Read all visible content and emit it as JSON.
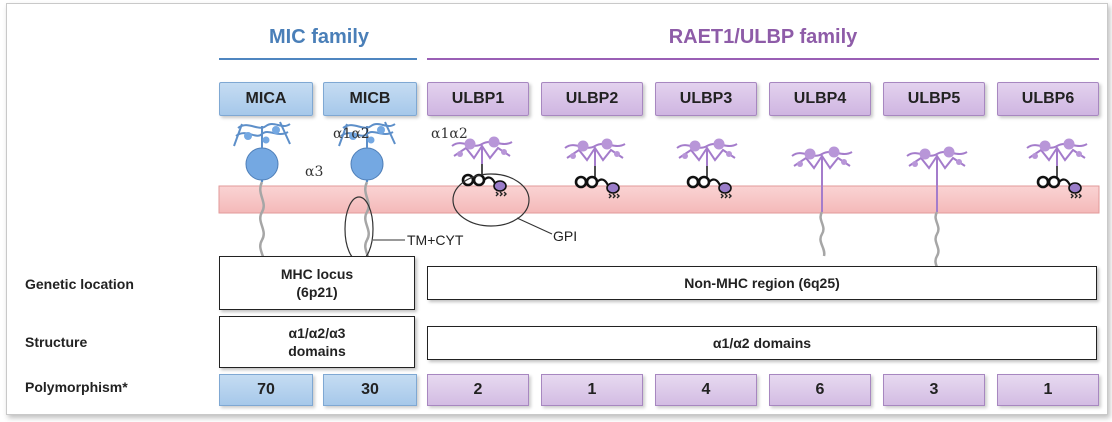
{
  "families": {
    "mic": {
      "title": "MIC family",
      "color": "#4a7fb8"
    },
    "raet": {
      "title": "RAET1/ULBP family",
      "color": "#8e5ca8"
    }
  },
  "genes": [
    {
      "name": "MICA",
      "family": "mic"
    },
    {
      "name": "MICB",
      "family": "mic"
    },
    {
      "name": "ULBP1",
      "family": "raet"
    },
    {
      "name": "ULBP2",
      "family": "raet"
    },
    {
      "name": "ULBP3",
      "family": "raet"
    },
    {
      "name": "ULBP4",
      "family": "raet"
    },
    {
      "name": "ULBP5",
      "family": "raet"
    },
    {
      "name": "ULBP6",
      "family": "raet"
    }
  ],
  "annotations": {
    "alpha1alpha2_mic": "α1α2",
    "alpha3": "α3",
    "alpha1alpha2_ulbp": "α1α2",
    "tm_cyt": "TM+CYT",
    "gpi": "GPI"
  },
  "rows": {
    "genetic_location": {
      "label": "Genetic location",
      "mic": "MHC locus (6p21)",
      "mic_line1": "MHC locus",
      "mic_line2": "(6p21)",
      "raet": "Non-MHC region (6q25)"
    },
    "structure": {
      "label": "Structure",
      "mic_line1": "α1/α2/α3",
      "mic_line2": "domains",
      "raet": "α1/α2 domains"
    },
    "polymorphism": {
      "label": "Polymorphism*",
      "values": [
        "70",
        "30",
        "2",
        "1",
        "4",
        "6",
        "3",
        "1"
      ]
    }
  },
  "colors": {
    "mic_blue": "#6fa4de",
    "ulbp_purple": "#b896d8",
    "membrane": "#f7c6c6",
    "membrane_border": "#e19a9a"
  }
}
